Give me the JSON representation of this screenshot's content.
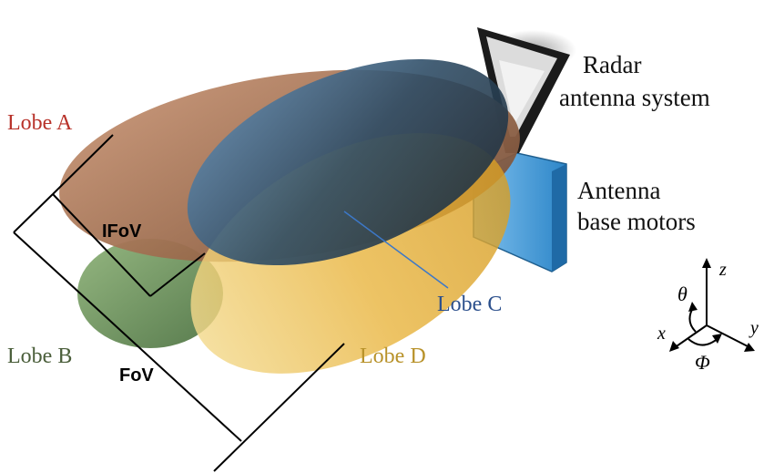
{
  "labels": {
    "lobe_a": "Lobe A",
    "lobe_b": "Lobe B",
    "lobe_c": "Lobe C",
    "lobe_d": "Lobe D",
    "ifov": "IFoV",
    "fov": "FoV",
    "radar_line1": "Radar",
    "radar_line2": "antenna system",
    "motors_line1": "Antenna",
    "motors_line2": "base motors"
  },
  "axes": {
    "z": "z",
    "y": "y",
    "x": "x",
    "theta": "θ",
    "phi": "Φ"
  },
  "colors": {
    "lobe_a": "#b07a5a",
    "lobe_b": "#6f9a5c",
    "lobe_c": "#3e6b93",
    "lobe_d": "#e8b53c",
    "lobe_a_text": "#b8322a",
    "lobe_b_text": "#4a5e3a",
    "lobe_c_text": "#2b4f8c",
    "lobe_d_text": "#b8922a",
    "motor_panel": "#3d9ad8"
  }
}
